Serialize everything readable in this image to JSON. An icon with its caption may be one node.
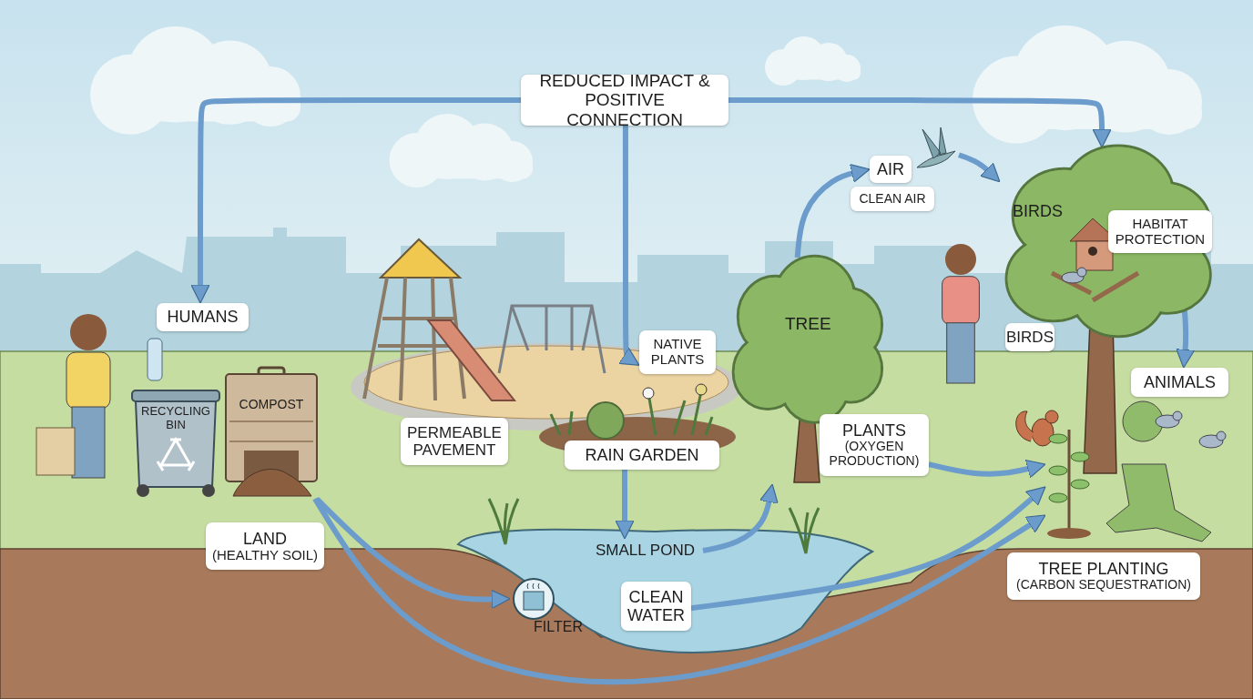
{
  "diagram": {
    "nodes": [
      {
        "text": [
          "REDUCED IMPACT & POSITIVE CONNECTION"
        ]
      },
      {
        "text": [
          "HUMANS"
        ]
      },
      {
        "text": [
          "RECYCLING BIN"
        ]
      },
      {
        "text": [
          "COMPOST"
        ]
      },
      {
        "text": [
          "PERMEABLE PAVEMENT"
        ]
      },
      {
        "text": [
          "NATIVE PLANTS"
        ]
      },
      {
        "text": [
          "RAIN GARDEN"
        ]
      },
      {
        "text": [
          "LAND",
          "(HEALTHY SOIL)"
        ]
      },
      {
        "text": [
          "SMALL POND"
        ]
      },
      {
        "text": [
          "FILTER"
        ]
      },
      {
        "text": [
          "CLEAN WATER"
        ]
      },
      {
        "text": [
          "TREE"
        ]
      },
      {
        "text": [
          "AIR"
        ]
      },
      {
        "text": [
          "CLEAN AIR"
        ]
      },
      {
        "text": [],
        "shape": "picture"
      },
      {
        "text": [
          "BIRDS"
        ]
      },
      {
        "text": [
          "HABITAT PROTECTION"
        ],
        "in": 15
      },
      {
        "text": [
          "BIRDS"
        ],
        "in": 15
      },
      {
        "text": [
          "ANIMALS"
        ]
      },
      {
        "text": [
          "PLANTS",
          "(OXYGEN PRODUCTION)"
        ]
      },
      {
        "text": [
          "TREE PLANTING",
          "(CARBON SEQUESTRATION)"
        ]
      },
      {
        "text": [],
        "shape": "picture"
      }
    ],
    "edges": [
      {
        "from": 0,
        "to": 1,
        "arrow": "to"
      },
      {
        "from": 0,
        "to": 5,
        "arrow": "to"
      },
      {
        "from": 0,
        "to": 15,
        "arrow": "to"
      },
      {
        "from": 6,
        "to": 8,
        "arrow": "to"
      },
      {
        "from": 8,
        "to": 11,
        "arrow": "to"
      },
      {
        "from": 11,
        "to": 12,
        "arrow": "to"
      },
      {
        "from": 14,
        "to": 15,
        "arrow": "to"
      },
      {
        "from": 16,
        "to": 18,
        "arrow": "to"
      },
      {
        "from": 19,
        "to": 21,
        "arrow": "to"
      },
      {
        "from": 10,
        "to": 21,
        "arrow": "to"
      },
      {
        "from": 3,
        "to": 9,
        "arrow": "to"
      },
      {
        "from": 3,
        "to": 21,
        "arrow": "to"
      }
    ]
  }
}
